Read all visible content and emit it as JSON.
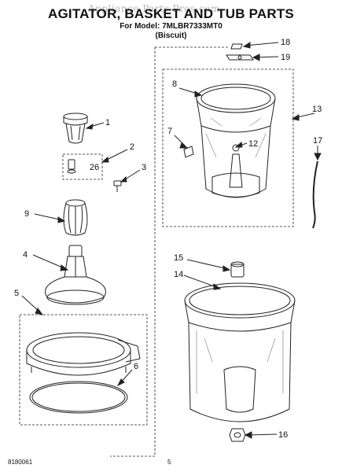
{
  "title": "AGITATOR, BASKET AND TUB PARTS",
  "model_line": "For Model: 7MLBR7333MT0",
  "color_line": "(Biscuit)",
  "watermark": "Appliance Parts Pros.com",
  "footer": {
    "doc_number": "8180061",
    "page_number": "5"
  },
  "callouts": [
    {
      "id": "c1",
      "label": "1"
    },
    {
      "id": "c2",
      "label": "2"
    },
    {
      "id": "c3",
      "label": "3"
    },
    {
      "id": "c4",
      "label": "4"
    },
    {
      "id": "c5",
      "label": "5"
    },
    {
      "id": "c6",
      "label": "6"
    },
    {
      "id": "c7",
      "label": "7"
    },
    {
      "id": "c8",
      "label": "8"
    },
    {
      "id": "c9",
      "label": "9"
    },
    {
      "id": "c12",
      "label": "12"
    },
    {
      "id": "c13",
      "label": "13"
    },
    {
      "id": "c14",
      "label": "14"
    },
    {
      "id": "c15",
      "label": "15"
    },
    {
      "id": "c16",
      "label": "16"
    },
    {
      "id": "c17",
      "label": "17"
    },
    {
      "id": "c18",
      "label": "18"
    },
    {
      "id": "c19",
      "label": "19"
    },
    {
      "id": "c26",
      "label": "26"
    }
  ]
}
